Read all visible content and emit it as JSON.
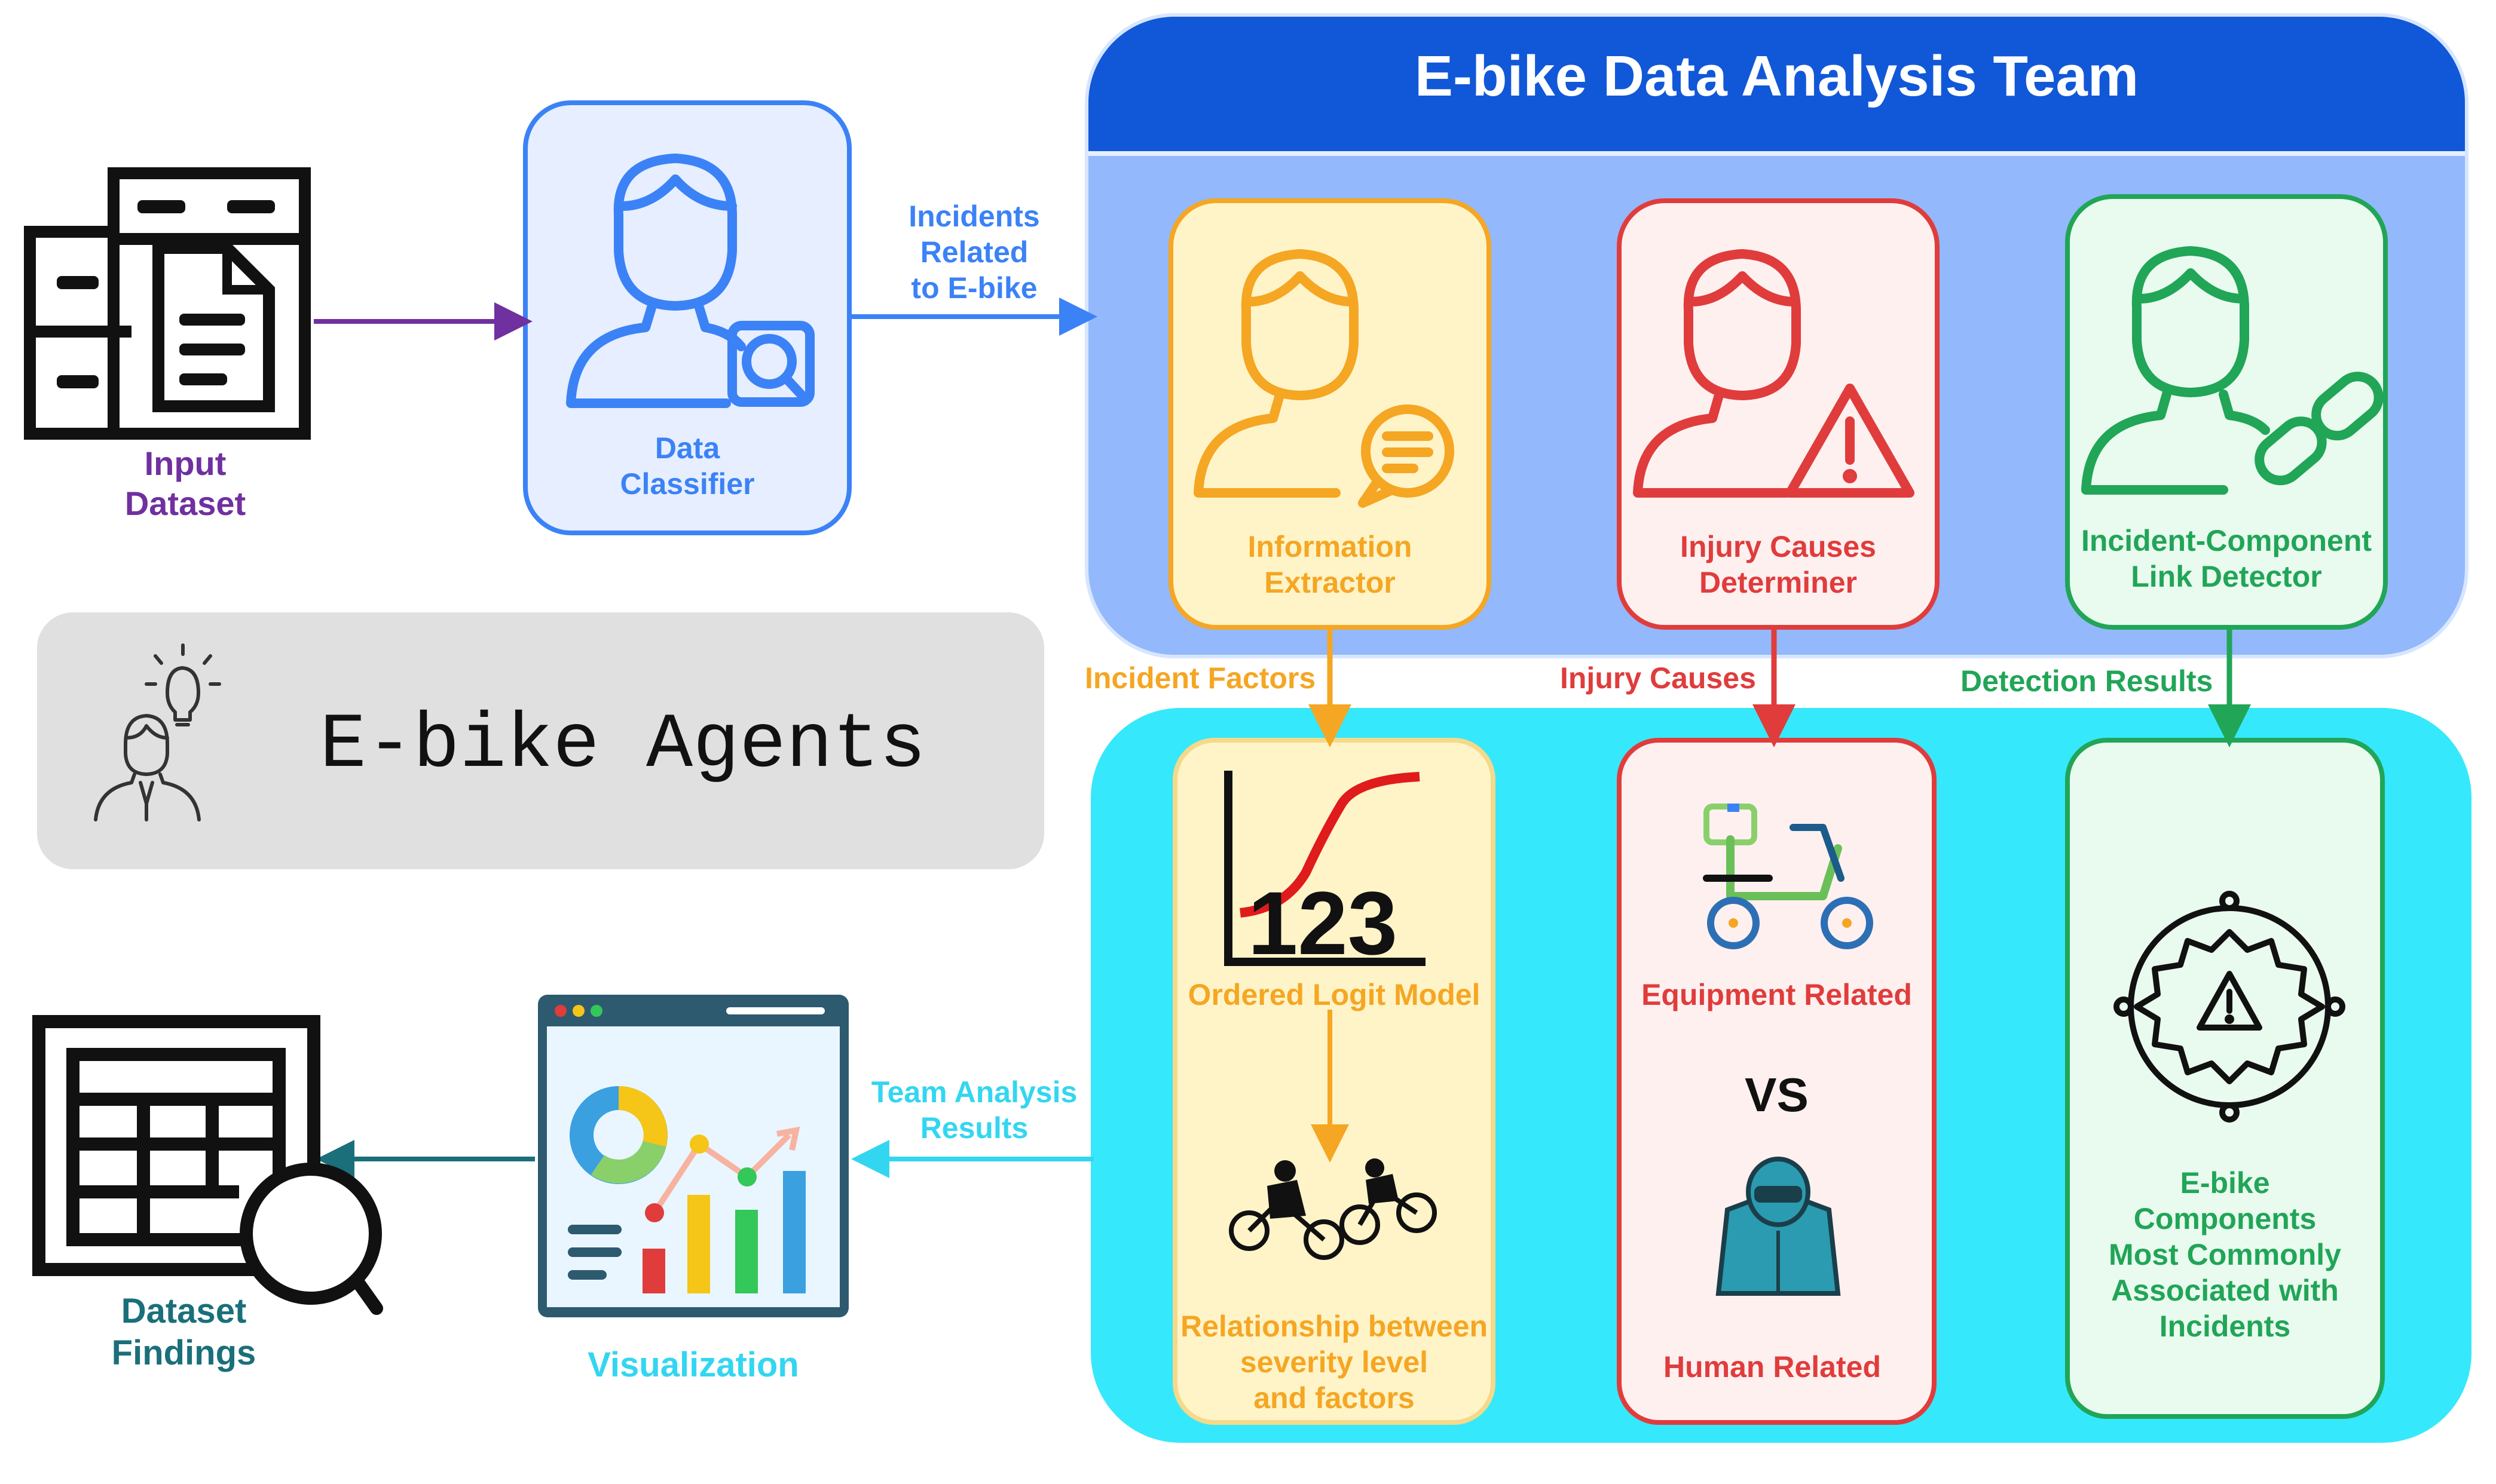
{
  "team": {
    "title": "E-bike Data Analysis Team"
  },
  "input_dataset": {
    "label_line1": "Input",
    "label_line2": "Dataset"
  },
  "data_classifier": {
    "label_line1": "Data",
    "label_line2": "Classifier"
  },
  "edge_incidents": {
    "line1": "Incidents",
    "line2": "Related",
    "line3": "to E-bike"
  },
  "info_extractor": {
    "line1": "Information",
    "line2": "Extractor"
  },
  "injury_determiner": {
    "line1": "Injury Causes",
    "line2": "Determiner"
  },
  "link_detector": {
    "line1": "Incident-Component",
    "line2": "Link Detector"
  },
  "edge_incident_factors": "Incident Factors",
  "edge_injury_causes": "Injury Causes",
  "edge_detection_results": "Detection Results",
  "agents_legend": {
    "label": "E-bike Agents"
  },
  "logit": {
    "numbers": "123",
    "title": "Ordered Logit Model",
    "line1": "Relationship between",
    "line2": "severity level",
    "line3": "and factors"
  },
  "causes": {
    "equipment": "Equipment Related",
    "vs": "VS",
    "human": "Human Related"
  },
  "components": {
    "line1": "E-bike",
    "line2": "Components",
    "line3": "Most Commonly",
    "line4": "Associated with",
    "line5": "Incidents"
  },
  "edge_team_results": {
    "line1": "Team Analysis",
    "line2": "Results"
  },
  "visualization": {
    "label": "Visualization"
  },
  "findings": {
    "line1": "Dataset",
    "line2": "Findings"
  },
  "colors": {
    "team_header": "#1158d8",
    "team_body": "#93b8fb",
    "results_panel": "#36e8fb",
    "classifier": "#3b82f6",
    "orange": "#f5a623",
    "red": "#e03c3c",
    "green": "#21a557",
    "purple": "#7030a0",
    "teal": "#1a6f7a",
    "cyan": "#33d6f0"
  }
}
